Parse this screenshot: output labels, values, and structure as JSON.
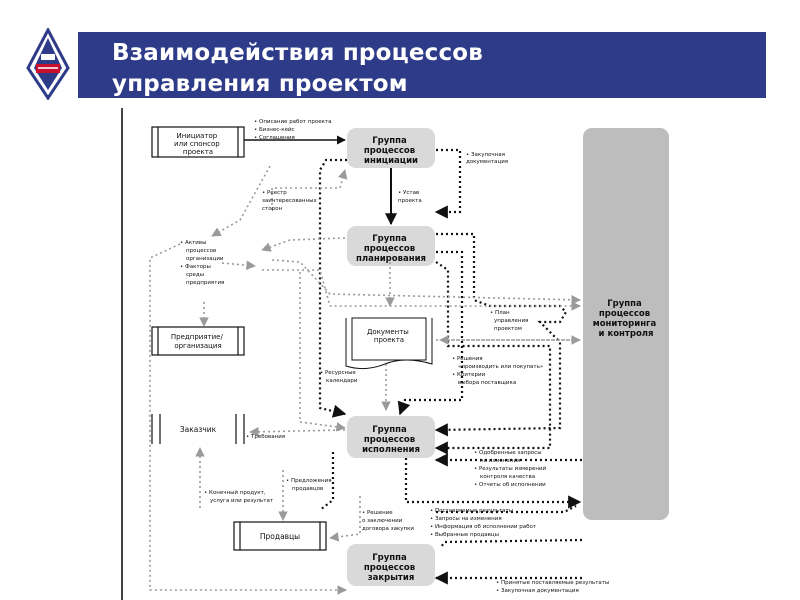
{
  "slide": {
    "title_line1": "Взаимодействия процессов",
    "title_line2": "управления проектом"
  },
  "colors": {
    "title_bar": "#2e3b88",
    "process_box": "#d9d9d9",
    "monitoring_box": "#bdbdbd",
    "line": "#111111",
    "dotted_grey": "#9a9a9a"
  },
  "diagram": {
    "processes": {
      "initiation": [
        "Группа",
        "процессов",
        "инициации"
      ],
      "planning": [
        "Группа",
        "процессов",
        "планирования"
      ],
      "execution": [
        "Группа",
        "процессов",
        "исполнения"
      ],
      "closing": [
        "Группа",
        "процессов",
        "закрытия"
      ],
      "monitoring": [
        "Группа",
        "процессов",
        "мониторинга",
        "и контроля"
      ]
    },
    "entities": {
      "initiator": [
        "Инициатор",
        "или спонсор",
        "проекта"
      ],
      "enterprise": [
        "Предприятие/",
        "организация"
      ],
      "customer": "Заказчик",
      "sellers": "Продавцы",
      "documents": [
        "Документы",
        "проекта"
      ]
    },
    "flows": {
      "initiator_out": [
        "• Описание работ проекта",
        "• Бизнес-кейс",
        "• Соглашения"
      ],
      "to_initiation_docs": [
        "• Закупочная",
        "документация"
      ],
      "stakeholder_register": [
        "• Реестр",
        "заинтересованных",
        "сторон"
      ],
      "charter": [
        "• Устав",
        "проекта"
      ],
      "org_assets": [
        "• Активы",
        "процессов",
        "организации",
        "• Факторы",
        "среды",
        "предприятия"
      ],
      "plan": [
        "• План",
        "управления",
        "проектом"
      ],
      "calendars": [
        "• Ресурсные",
        "календари"
      ],
      "make_or_buy": [
        "• Решения",
        "«производить или покупать»",
        "• Критерии",
        "выбора поставщика"
      ],
      "requirements": "• Требования",
      "change_requests": [
        "• Одобренные запросы",
        "на изменения",
        "• Результаты измерений",
        "контроля качества",
        "• Отчеты об исполнении"
      ],
      "accepted_deliverable": [
        "• Конечный продукт,",
        "услуга или результат"
      ],
      "seller_proposals": [
        "• Предложения",
        "продавцов"
      ],
      "contract_decision": [
        "• Решение",
        "о заключении",
        "договора закупки"
      ],
      "execution_out": [
        "• Поставляемые результаты",
        "• Запросы на изменения",
        "• Информация об исполнении работ",
        "• Выбранные продавцы"
      ],
      "closing_in": [
        "• Принятые поставляемые результаты",
        "• Закупочная документация"
      ]
    }
  }
}
